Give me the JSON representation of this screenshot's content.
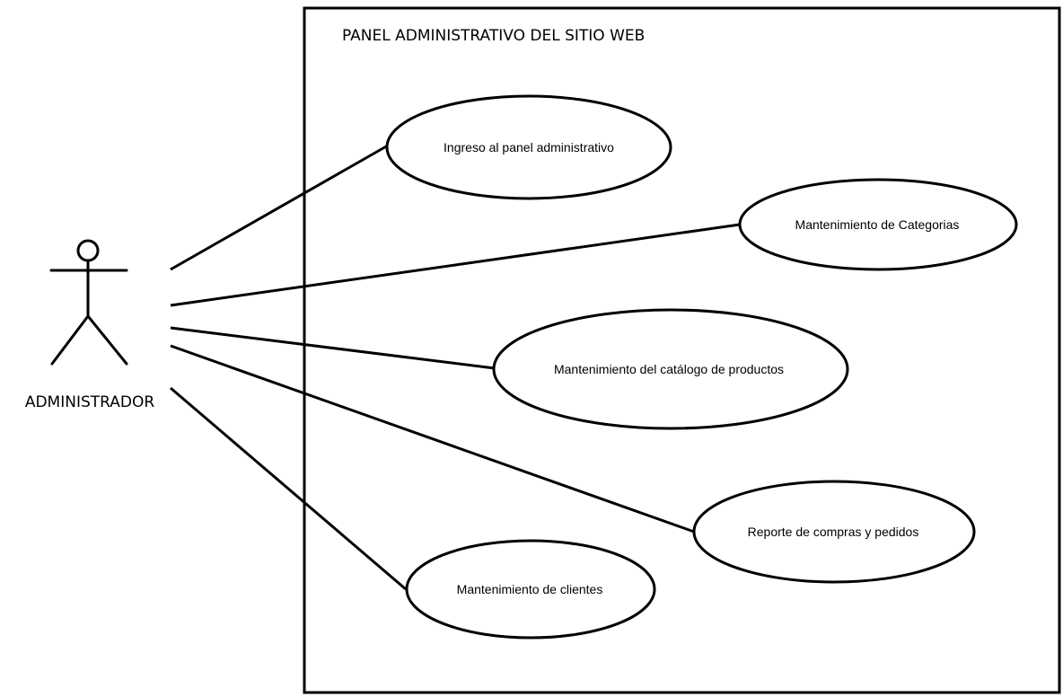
{
  "system": {
    "title": "PANEL ADMINISTRATIVO DEL SITIO WEB"
  },
  "actor": {
    "name": "ADMINISTRADOR"
  },
  "use_cases": [
    {
      "id": "uc1",
      "label": "Ingreso al panel administrativo"
    },
    {
      "id": "uc2",
      "label": "Mantenimiento de Categorias"
    },
    {
      "id": "uc3",
      "label": "Mantenimiento del catálogo de productos"
    },
    {
      "id": "uc4",
      "label": "Reporte de compras y pedidos"
    },
    {
      "id": "uc5",
      "label": "Mantenimiento de clientes"
    }
  ],
  "associations": [
    {
      "from": "actor",
      "to": "uc1"
    },
    {
      "from": "actor",
      "to": "uc2"
    },
    {
      "from": "actor",
      "to": "uc3"
    },
    {
      "from": "actor",
      "to": "uc4"
    },
    {
      "from": "actor",
      "to": "uc5"
    }
  ]
}
